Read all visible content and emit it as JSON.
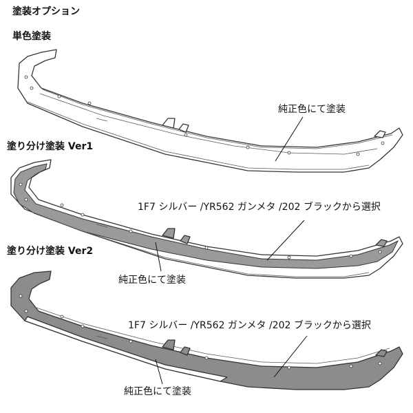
{
  "headings": {
    "painting_options": "塗装オプション",
    "single_color": "単色塗装",
    "split_ver1": "塗り分け塗装 Ver1",
    "split_ver2": "塗り分け塗装 Ver2"
  },
  "callouts": {
    "single_genuine": "純正色にて塗装",
    "ver1_select": "1F7 シルバー /YR562 ガンメタ /202 ブラックから選択",
    "ver1_genuine": "純正色にて塗装",
    "ver2_select": "1F7 シルバー /YR562 ガンメタ /202 ブラックから選択",
    "ver2_genuine": "純正色にて塗装"
  },
  "colors": {
    "outline": "#333333",
    "body_white": "#ffffff",
    "accent_gray": "#9a9a9a",
    "dark_gray": "#8c8c8c"
  }
}
